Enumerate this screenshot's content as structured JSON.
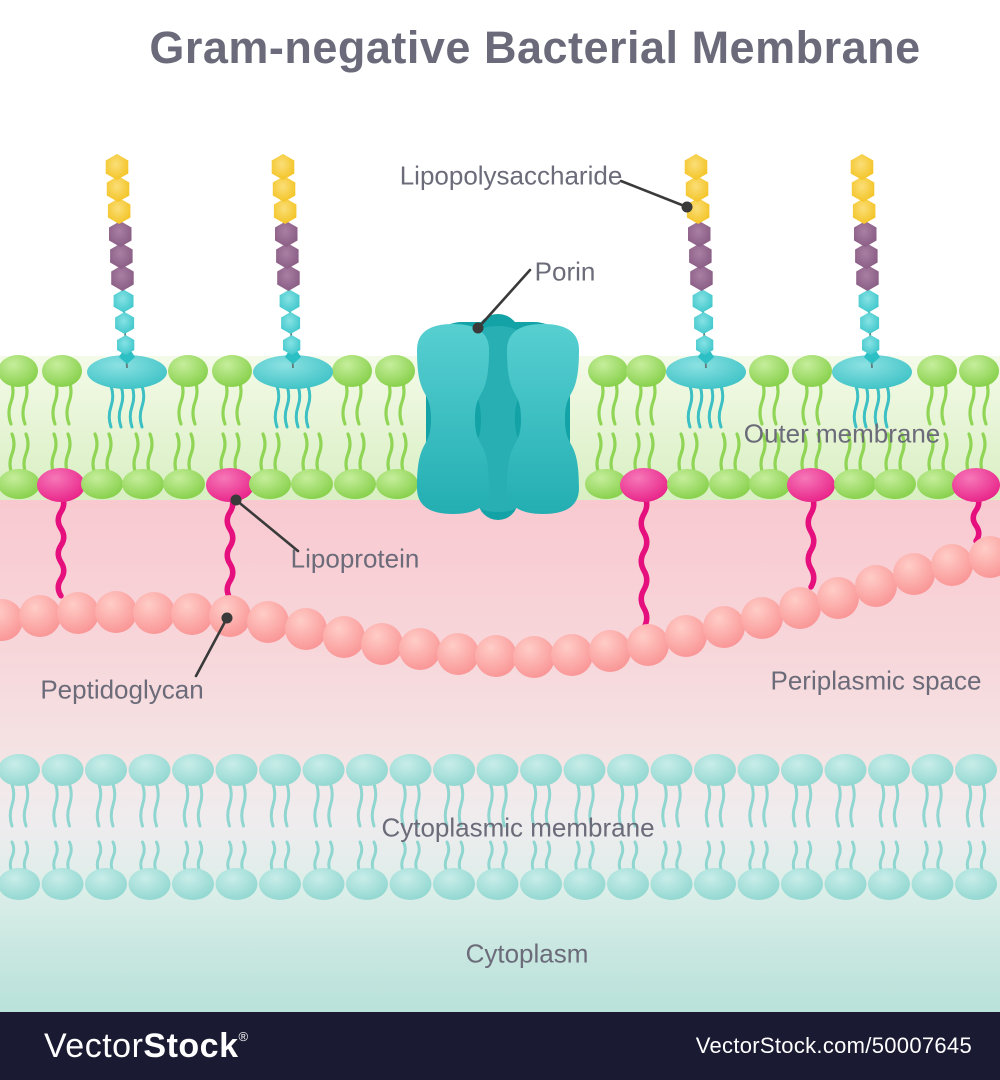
{
  "title": "Gram-negative Bacterial Membrane",
  "labels": {
    "lipopolysaccharide": "Lipopolysaccharide",
    "porin": "Porin",
    "outer_membrane": "Outer membrane",
    "lipoprotein": "Lipoprotein",
    "peptidoglycan": "Peptidoglycan",
    "periplasmic_space": "Periplasmic space",
    "cytoplasmic_membrane": "Cytoplasmic membrane",
    "cytoplasm": "Cytoplasm"
  },
  "watermark": {
    "brand_normal": "Vector",
    "brand_bold": "Stock",
    "registered": "®",
    "url": "VectorStock.com/50007645"
  },
  "colors": {
    "title_text": "#6A6A7A",
    "label_text": "#6B6B79",
    "pointer": "#3A3A3A",
    "lps_yellow": "#F2BC0D",
    "lps_purple": "#7F537A",
    "lps_teal": "#2CBFC4",
    "green_head": "#7CCB3D",
    "green_tail": "#90D556",
    "anchor_teal": "#2DBCC0",
    "anchor_tail": "#3CC0C4",
    "magenta": "#E5107E",
    "peptidoglycan": "#F8888A",
    "cyto_head": "#82D1CA",
    "cyto_tail": "#8FD6D0",
    "outer_bg_top": "#F4FAE8",
    "outer_bg_bottom": "#D8EFC2",
    "periplasm_top": "#F8C9D0",
    "periplasm_bottom": "#F4E5E5",
    "cytoplasm": "#B9E2DA",
    "porin_front_light": "#57CFD1",
    "porin_front_dark": "#23AEB2",
    "porin_mid": "#27AFB3",
    "porin_back": "#13A2A6",
    "watermark_bg": "#1A1A33",
    "watermark_text": "#FFFFFF"
  },
  "diagram": {
    "lps_chain_count": 4,
    "lps_units_per_chain": {
      "yellow_hexagons": 3,
      "purple_hexagons": 3,
      "teal_hexagons": 3
    },
    "lipoprotein_count": 5,
    "peptidoglycan_bead_count": 27
  }
}
